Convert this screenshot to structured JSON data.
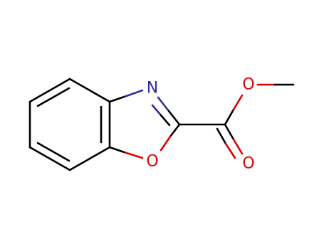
{
  "molecule": {
    "atoms": {
      "n1": {
        "label": "N",
        "color": "#2e2e9a"
      },
      "o1": {
        "label": "O",
        "color": "#e00000"
      },
      "o2": {
        "label": "O",
        "color": "#e00000"
      },
      "o3": {
        "label": "O",
        "color": "#e00000"
      }
    }
  },
  "colors": {
    "background": "#ffffff",
    "carbon_bond": "#000000",
    "nitrogen": "#2e2e9a",
    "oxygen": "#e00000"
  }
}
